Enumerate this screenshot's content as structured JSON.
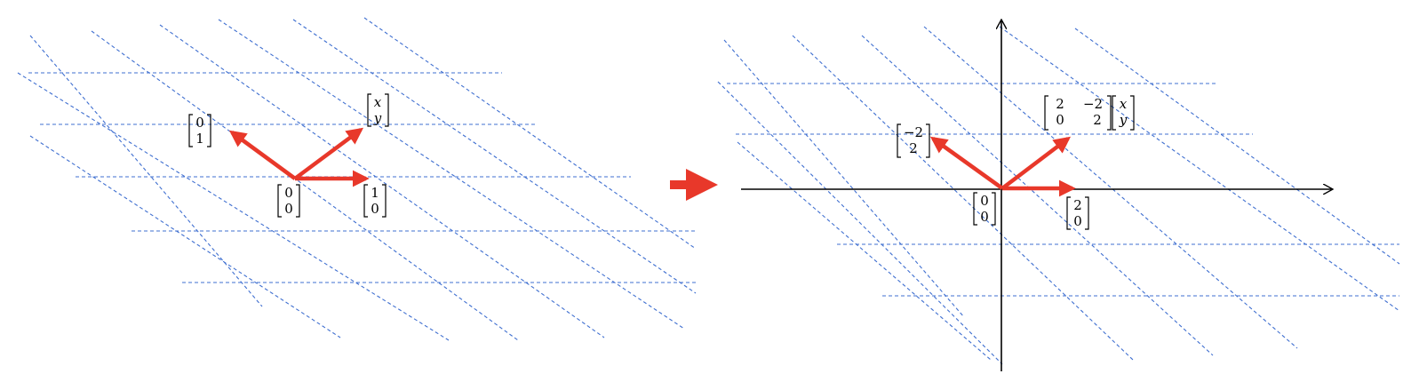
{
  "colors": {
    "grid": "#3f6fd0",
    "vector": "#e8382a",
    "axis": "#000000",
    "background": "#ffffff"
  },
  "left_panel": {
    "origin_label": {
      "top": "0",
      "bottom": "0"
    },
    "e1_label": {
      "top": "1",
      "bottom": "0"
    },
    "e2_label": {
      "top": "0",
      "bottom": "1"
    },
    "v_label": {
      "top": "x",
      "bottom": "y"
    }
  },
  "transition_arrow": "arrow-right",
  "right_panel": {
    "origin_label": {
      "top": "0",
      "bottom": "0"
    },
    "e1_image_label": {
      "top": "2",
      "bottom": "0"
    },
    "e2_image_label": {
      "top": "−2",
      "bottom": "2"
    },
    "product_label": {
      "matrix": [
        [
          "2",
          "−2"
        ],
        [
          "0",
          "2"
        ]
      ],
      "vector": [
        "x",
        "y"
      ]
    }
  }
}
